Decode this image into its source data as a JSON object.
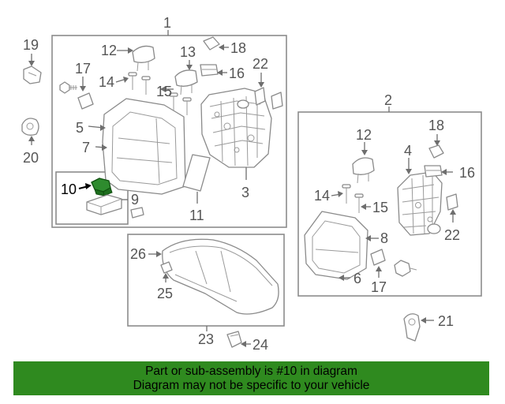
{
  "callouts": {
    "c1": "1",
    "c2": "2",
    "c3": "3",
    "c4": "4",
    "c5": "5",
    "c6": "6",
    "c7": "7",
    "c8": "8",
    "c9": "9",
    "c10": "10",
    "c11": "11",
    "c12a": "12",
    "c12b": "12",
    "c13": "13",
    "c14a": "14",
    "c14b": "14",
    "c15a": "15",
    "c15b": "15",
    "c16a": "16",
    "c16b": "16",
    "c17a": "17",
    "c17b": "17",
    "c18a": "18",
    "c18b": "18",
    "c19": "19",
    "c20": "20",
    "c21": "21",
    "c22a": "22",
    "c22b": "22",
    "c23": "23",
    "c24": "24",
    "c25": "25",
    "c26": "26"
  },
  "highlight": {
    "part_number": "10",
    "color": "#1f7a1f"
  },
  "banner": {
    "line1": "Part or sub-assembly is #10 in diagram",
    "line2": "Diagram may not be specific to your vehicle",
    "background": "#2f8a1f"
  }
}
